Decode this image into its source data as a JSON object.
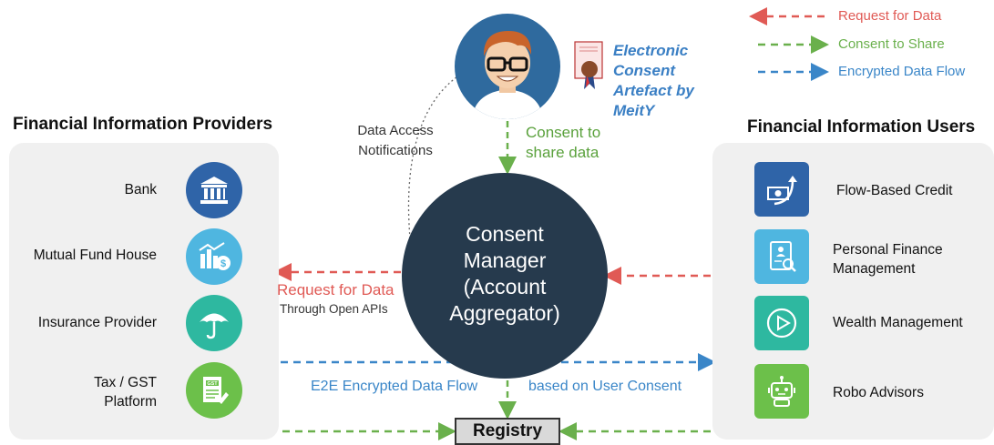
{
  "legend": [
    {
      "label": "Request for Data",
      "color": "#e05a55"
    },
    {
      "label": "Consent to Share",
      "color": "#6ab04c"
    },
    {
      "label": "Encrypted Data Flow",
      "color": "#3a86c8"
    }
  ],
  "providers": {
    "title": "Financial Information Providers",
    "items": [
      {
        "label": "Bank",
        "icon": "bank-icon",
        "color": "#2f64a8"
      },
      {
        "label": "Mutual Fund House",
        "icon": "fund-chart-icon",
        "color": "#4fb6e0"
      },
      {
        "label": "Insurance Provider",
        "icon": "umbrella-icon",
        "color": "#2eb8a0"
      },
      {
        "label": "Tax / GST\nPlatform",
        "icon": "gst-document-icon",
        "color": "#6cc04a"
      }
    ]
  },
  "users": {
    "title": "Financial Information Users",
    "items": [
      {
        "label": "Flow-Based Credit",
        "icon": "money-growth-icon",
        "color": "#2f64a8"
      },
      {
        "label": "Personal Finance\nManagement",
        "icon": "finance-report-icon",
        "color": "#4fb6e0"
      },
      {
        "label": "Wealth Management",
        "icon": "play-icon",
        "color": "#2eb8a0"
      },
      {
        "label": "Robo Advisors",
        "icon": "robot-icon",
        "color": "#6cc04a"
      }
    ]
  },
  "center": {
    "consent_manager": "Consent\nManager\n(Account\nAggregator)",
    "registry": "Registry"
  },
  "annotations": {
    "artefact": "Electronic\nConsent\nArtefact by\nMeitY",
    "consent_to_share": "Consent to\nshare data",
    "data_access": "Data Access\nNotifications",
    "request_for_data": "Request for Data",
    "through_open_apis": "Through Open APIs",
    "e2e": "E2E Encrypted Data Flow",
    "based_on_consent": "based on User Consent"
  },
  "colors": {
    "red": "#e05a55",
    "green": "#6ab04c",
    "blue": "#3a86c8",
    "artefact_text": "#3a7fc4",
    "consent_text": "#5aa13c",
    "navy": "#263a4d"
  }
}
